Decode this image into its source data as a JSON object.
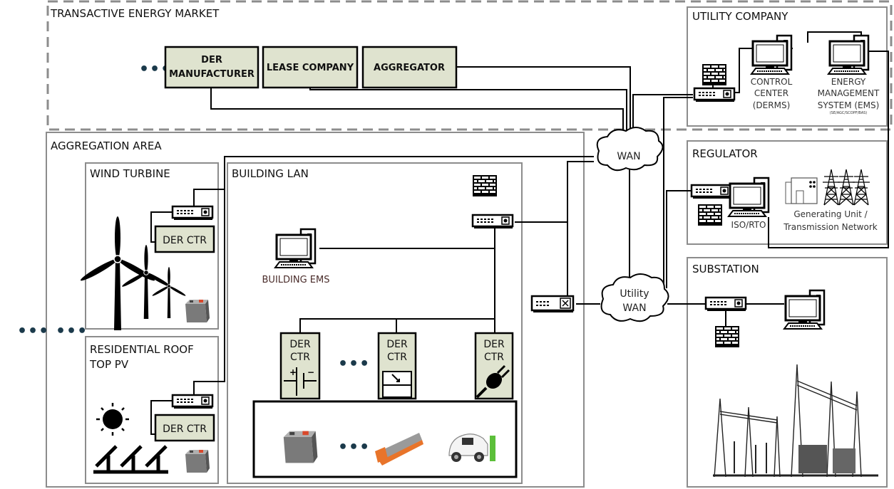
{
  "regions": {
    "market": {
      "title": "TRANSACTIVE ENERGY MARKET",
      "boxes": [
        "DER MANUFACTURER",
        "LEASE COMPANY",
        "AGGREGATOR"
      ],
      "ellipsis": "•••"
    },
    "utility": {
      "title": "UTILITY COMPANY",
      "control_center": [
        "CONTROL",
        "CENTER",
        "(DERMS)"
      ],
      "ems": [
        "ENERGY",
        "MANAGEMENT",
        "SYSTEM (EMS)"
      ],
      "ems_functions": "(SE/AGC/SCOPF/BAS)"
    },
    "regulator": {
      "title": "REGULATOR",
      "iso_label": "ISO/RTO",
      "gen_label": [
        "Generating Unit /",
        "Transmission Network"
      ]
    },
    "substation": {
      "title": "SUBSTATION"
    },
    "aggregation": {
      "title": "AGGREGATION AREA",
      "ellipsis": "•••",
      "outer_ellipsis": "•••"
    },
    "wind": {
      "title": "WIND TURBINE",
      "der_ctr": "DER CTR"
    },
    "pv": {
      "title": [
        "RESIDENTIAL ROOF",
        "TOP PV"
      ],
      "der_ctr": "DER CTR"
    },
    "building": {
      "title": "BUILDING LAN",
      "ems_label": "BUILDING EMS",
      "der_ctrs": [
        {
          "line1": "DER",
          "line2": "CTR",
          "icon": "battery-symbol-icon"
        },
        {
          "line1": "DER",
          "line2": "CTR",
          "icon": "inverter-icon"
        },
        {
          "line1": "DER",
          "line2": "CTR",
          "icon": "ev-plug-icon"
        }
      ],
      "ellipsis": "•••"
    }
  },
  "networks": {
    "wan": "WAN",
    "utility_wan": [
      "Utility",
      "WAN"
    ]
  },
  "colors": {
    "der_box": "#dfe3cf",
    "region_border": "#8c8c8c",
    "dots": "#1b3a4b",
    "label_brown": "#4a2c2a"
  }
}
